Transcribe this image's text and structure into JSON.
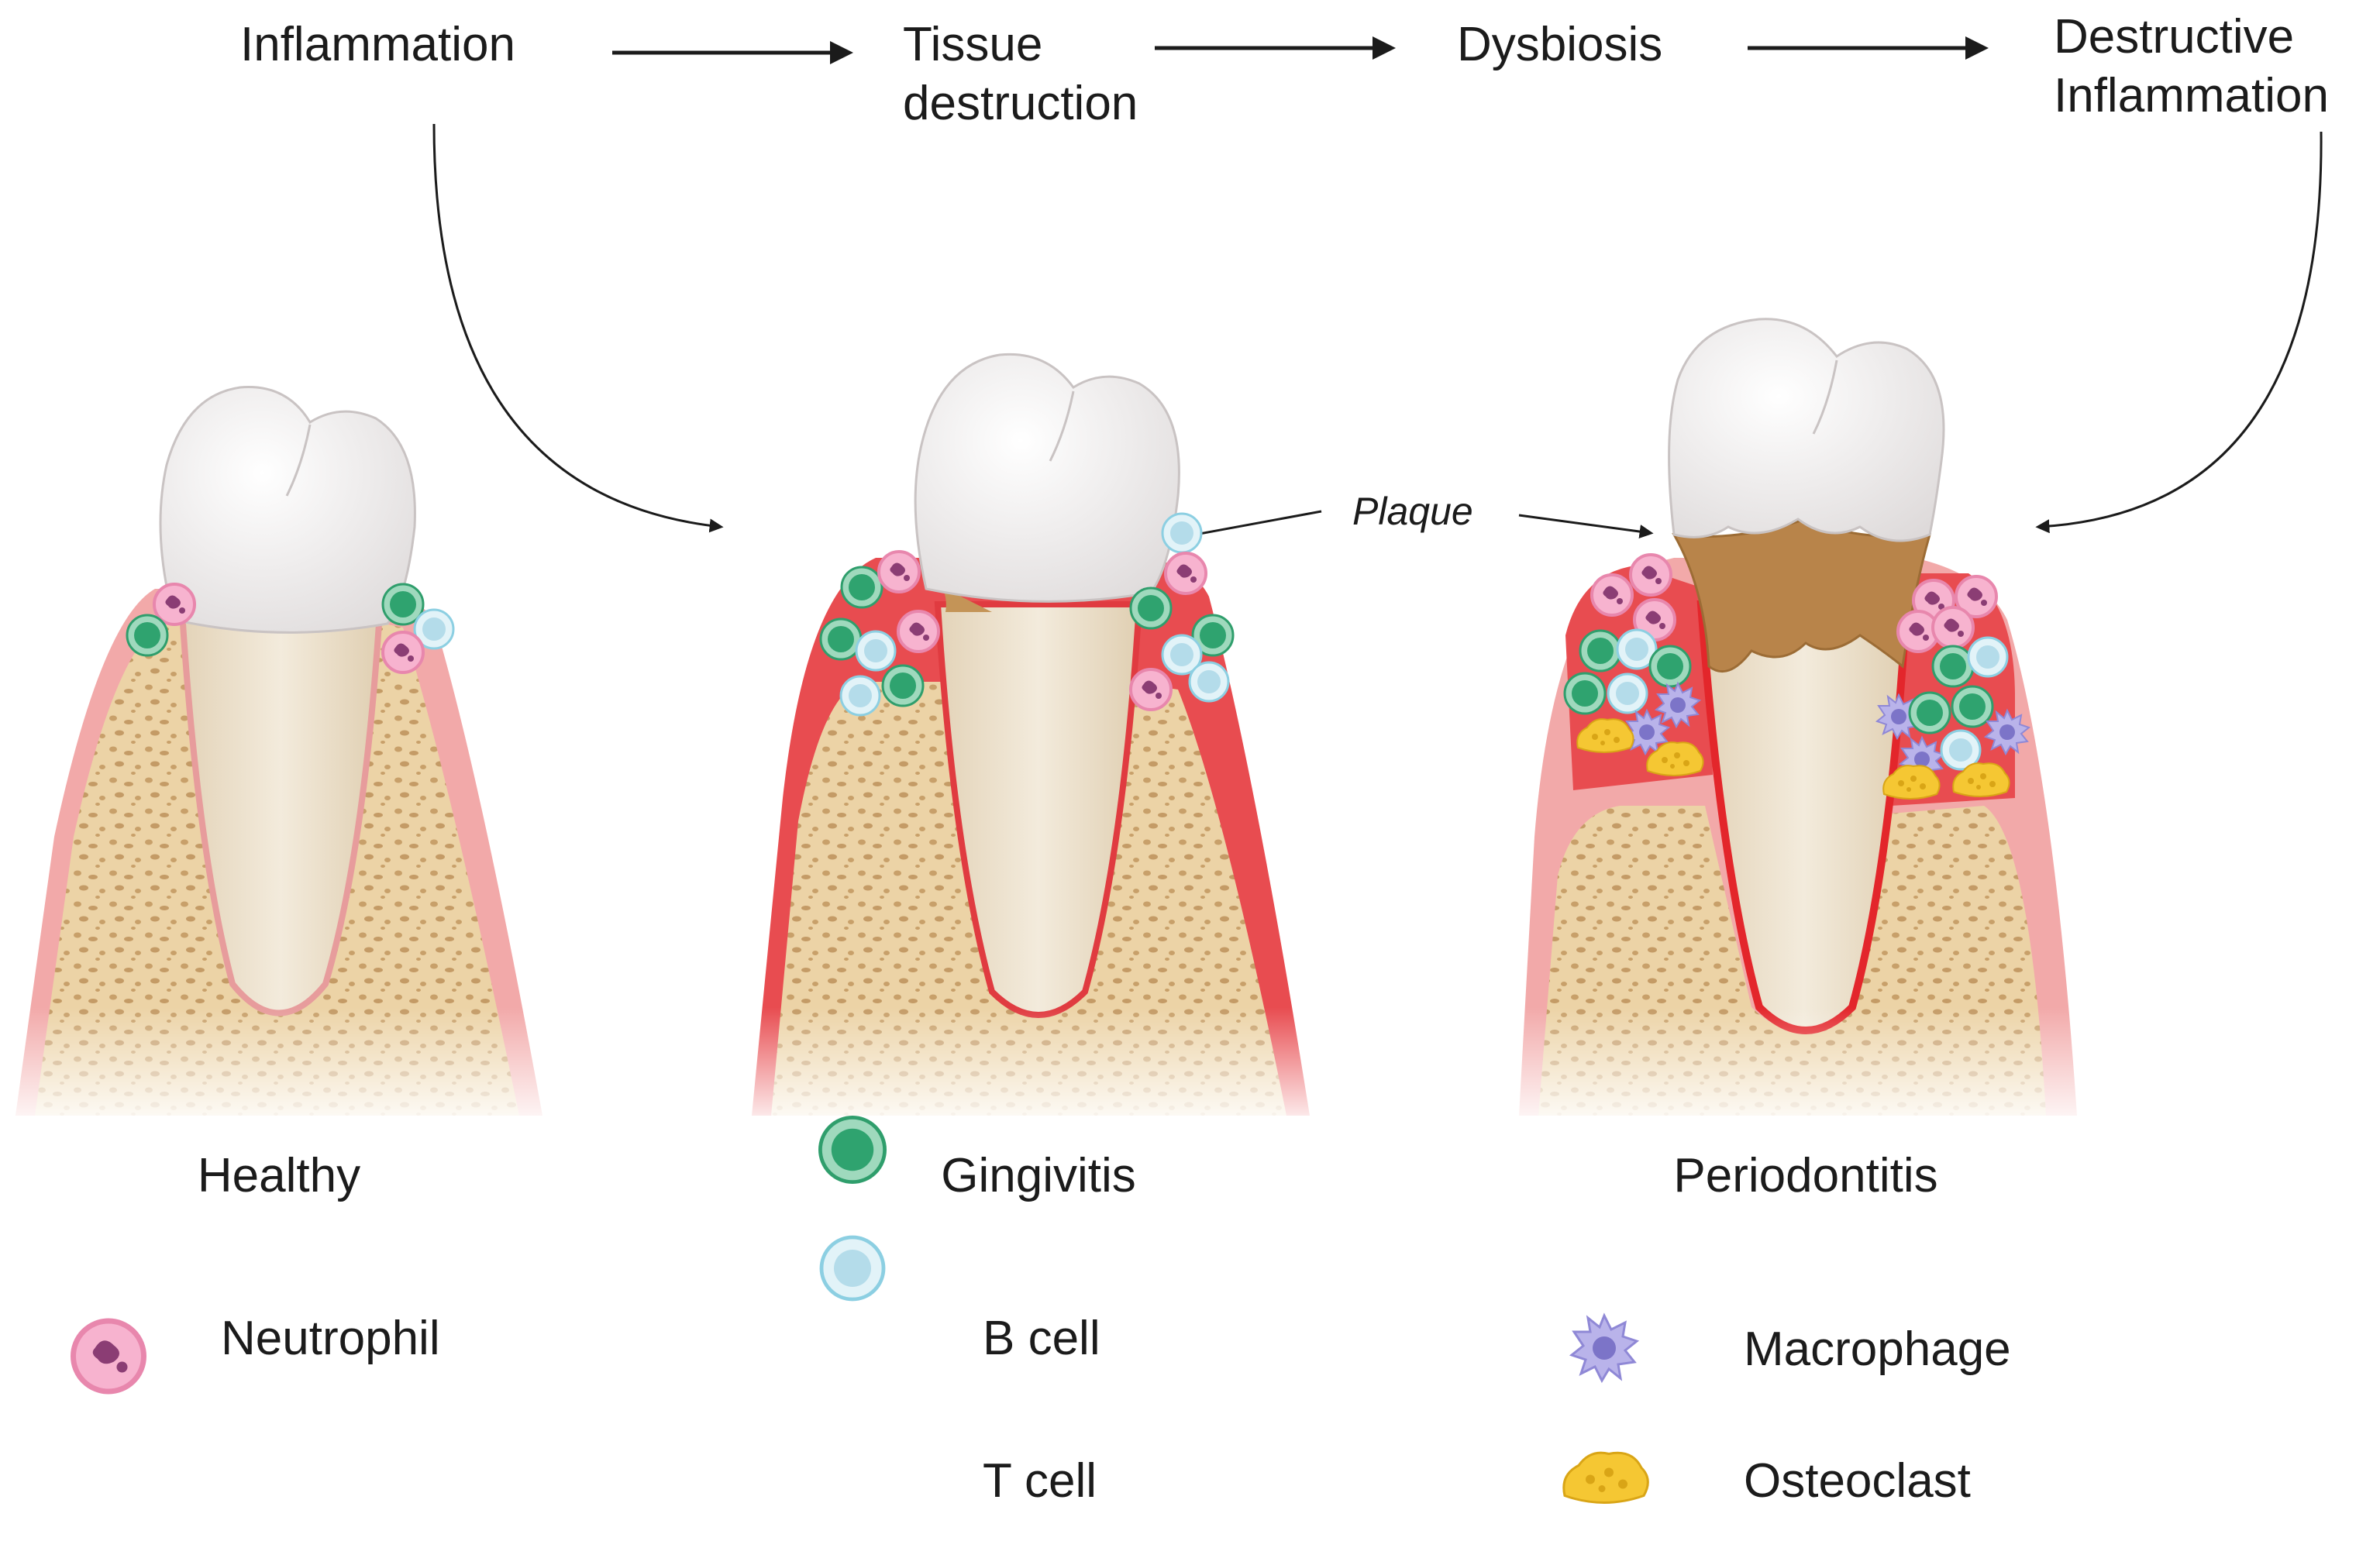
{
  "process": {
    "steps": [
      {
        "label": "Inflammation"
      },
      {
        "label": "Tissue destruction",
        "lines": [
          "Tissue",
          "destruction"
        ]
      },
      {
        "label": "Dysbiosis"
      },
      {
        "label": "Destructive Inflammation",
        "lines": [
          "Destructive",
          "Inflammation"
        ]
      }
    ]
  },
  "annotation": {
    "plaque": "Plaque"
  },
  "stages": {
    "healthy": "Healthy",
    "gingivitis": "Gingivitis",
    "periodontitis": "Periodontitis"
  },
  "legend": {
    "neutrophil": "Neutrophil",
    "b_cell": "B cell",
    "t_cell": "T cell",
    "macrophage": "Macrophage",
    "osteoclast": "Osteoclast"
  },
  "colors": {
    "gum": "#f2a5a5",
    "gum_inflamed": "#e8494e",
    "bone": "#e9cfa0",
    "enamel": "#f6f3f3",
    "root": "#ece0cc",
    "plaque": "#b8874a",
    "neutrophil": "#f5a6c8",
    "b_cell": "#3fb07d",
    "t_cell": "#aee0ee",
    "macrophage": "#a8a3e0",
    "osteoclast": "#f2c22e"
  }
}
